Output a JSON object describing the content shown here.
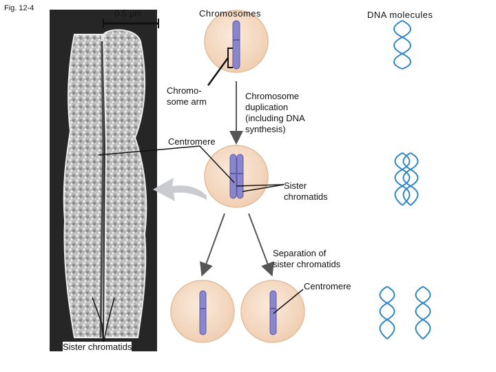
{
  "figure_id": "Fig. 12-4",
  "scale_bar": "0.5 µm",
  "labels": {
    "chromosomes": "Chromosomes",
    "dna_molecules": "DNA molecules",
    "chromosome_arm": "Chromo-\nsome arm",
    "centromere_top": "Centromere",
    "duplication": "Chromosome\nduplication\n(including DNA\nsynthesis)",
    "sister_chromatids_mid": "Sister\nchromatids",
    "separation": "Separation of\nsister chromatids",
    "centromere_bottom": "Centromere",
    "sister_chromatids_bottom": "Sister chromatids"
  },
  "colors": {
    "cell_fill": "#f6dcc6",
    "cell_edge": "#e3bc9c",
    "chromosome": "#8a86cc",
    "chromosome_edge": "#5f5aa8",
    "dna_blue": "#2f86c6",
    "micrograph_bg": "#262626"
  }
}
